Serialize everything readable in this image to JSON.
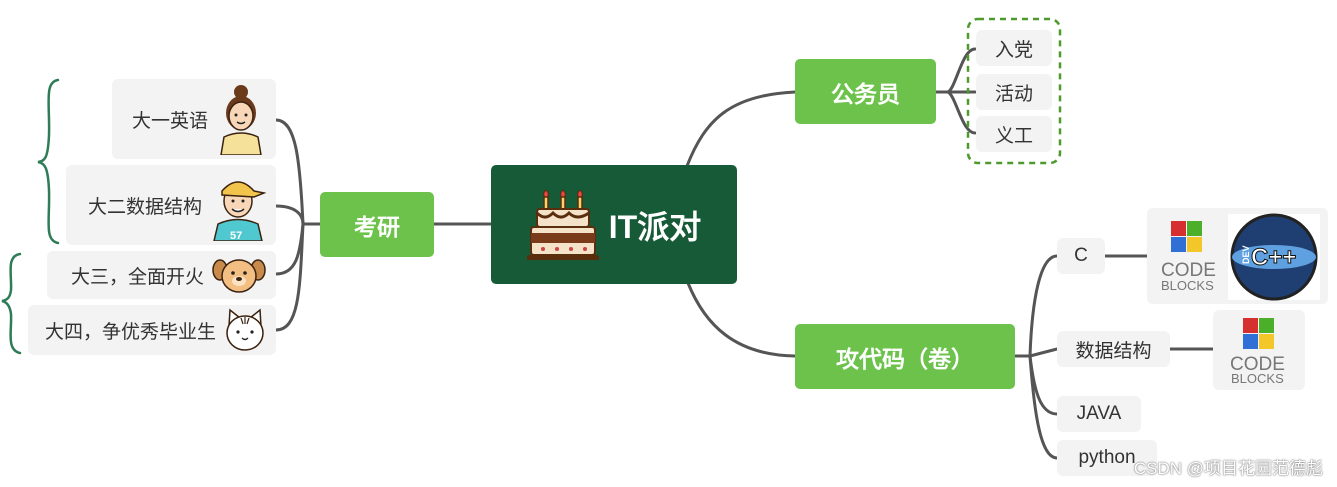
{
  "root": {
    "label": "IT派对",
    "icon": "cake-icon"
  },
  "branches": {
    "civil": {
      "label": "公务员",
      "items": [
        "入党",
        "活动",
        "义工"
      ]
    },
    "exam": {
      "label": "考研",
      "items": [
        "大一英语",
        "大二数据结构",
        "大三，全面开火",
        "大四，争优秀毕业生"
      ]
    },
    "code": {
      "label": "攻代码（卷）",
      "items": [
        "C",
        "数据结构",
        "JAVA",
        "python"
      ]
    }
  },
  "avatars": [
    "girl-avatar-icon",
    "boy-avatar-icon",
    "dog-icon",
    "cat-icon"
  ],
  "logos": {
    "codeblocks_line1": "CODE",
    "codeblocks_line2": "BLOCKS",
    "devcpp_big": "C++",
    "devcpp_small": "DEV"
  },
  "watermark": "CSDN @项目花园范德彪",
  "colors": {
    "root": "#175a38",
    "branch": "#6cc24a",
    "leaf_bg": "#f3f3f3",
    "line": "#555555",
    "brace": "#2e7d57",
    "dashed": "#4e9a2e"
  }
}
